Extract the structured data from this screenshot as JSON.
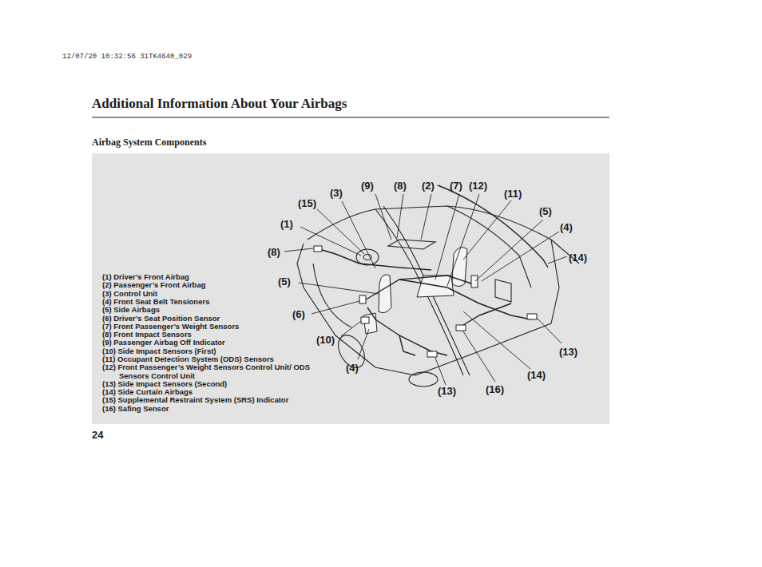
{
  "diagram": {
    "title": "Additional Information About Your Airbags",
    "labels": [
      "12/07/20 10:32:56 31TK4640_029",
      "Airbag System Components",
      "(9)",
      "(8)",
      "(2)",
      "(7)",
      "(12)",
      "(3)",
      "(11)",
      "(15)",
      "(5)",
      "(1)",
      "(4)",
      "(8)",
      "(14)",
      "(5)",
      "(6)",
      "(10)",
      "(13)",
      "(4)",
      "(14)",
      "(16)",
      "(13)",
      "(1) Driver’s Front Airbag",
      "(2) Passenger’s Front Airbag",
      "(3) Control Unit",
      "(4) Front Seat Belt Tensioners",
      "(5) Side Airbags",
      "(6) Driver’s Seat Position Sensor",
      "(7) Front Passenger’s Weight Sensors",
      "(8) Front Impact Sensors",
      "(9) Passenger Airbag Off Indicator",
      "(10) Side Impact Sensors (First)",
      "(11) Occupant Detection System (ODS) Sensors",
      "(12) Front Passenger’s Weight Sensors Control Unit/ ODS Sensors Control Unit",
      "(13) Side Impact Sensors (Second)",
      "(14) Side Curtain Airbags",
      "(15) Supplemental Restraint System (SRS) Indicator",
      "(16) Safing Sensor",
      "24"
    ]
  }
}
